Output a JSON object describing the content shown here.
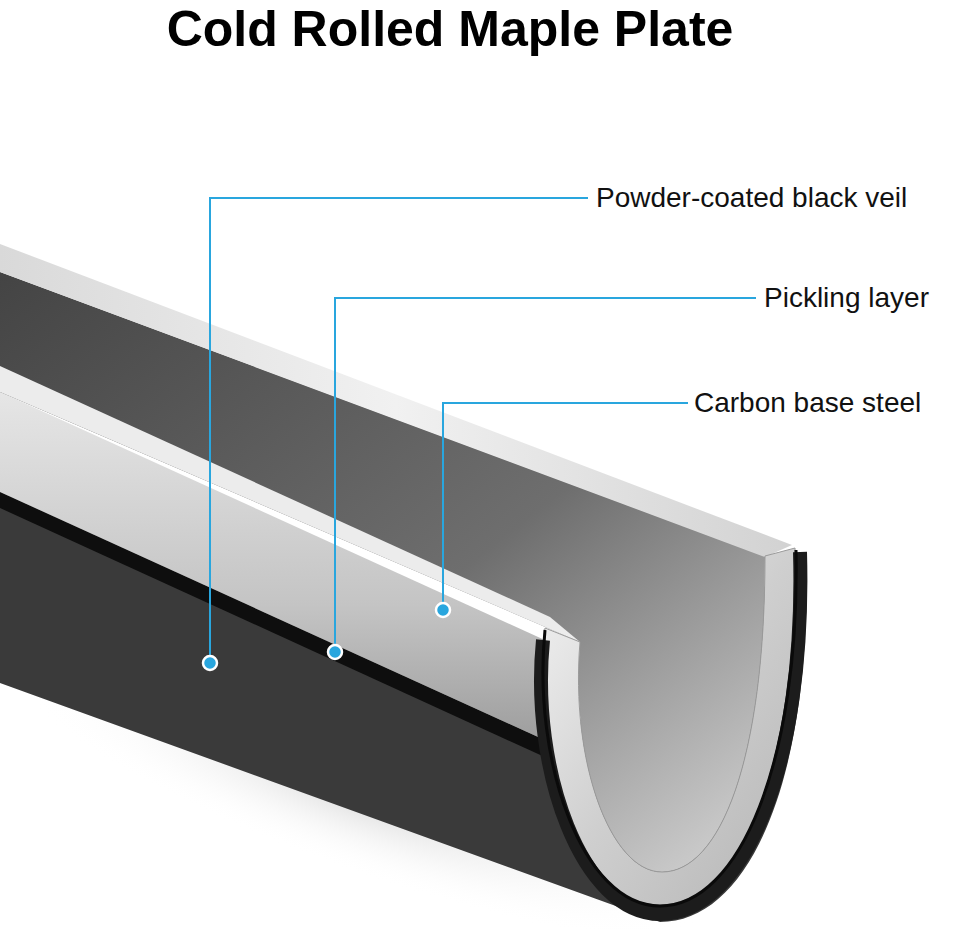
{
  "diagram": {
    "title": "Cold Rolled Maple Plate",
    "labels": [
      "Powder-coated black veil",
      "Pickling layer",
      "Carbon base steel"
    ]
  }
}
